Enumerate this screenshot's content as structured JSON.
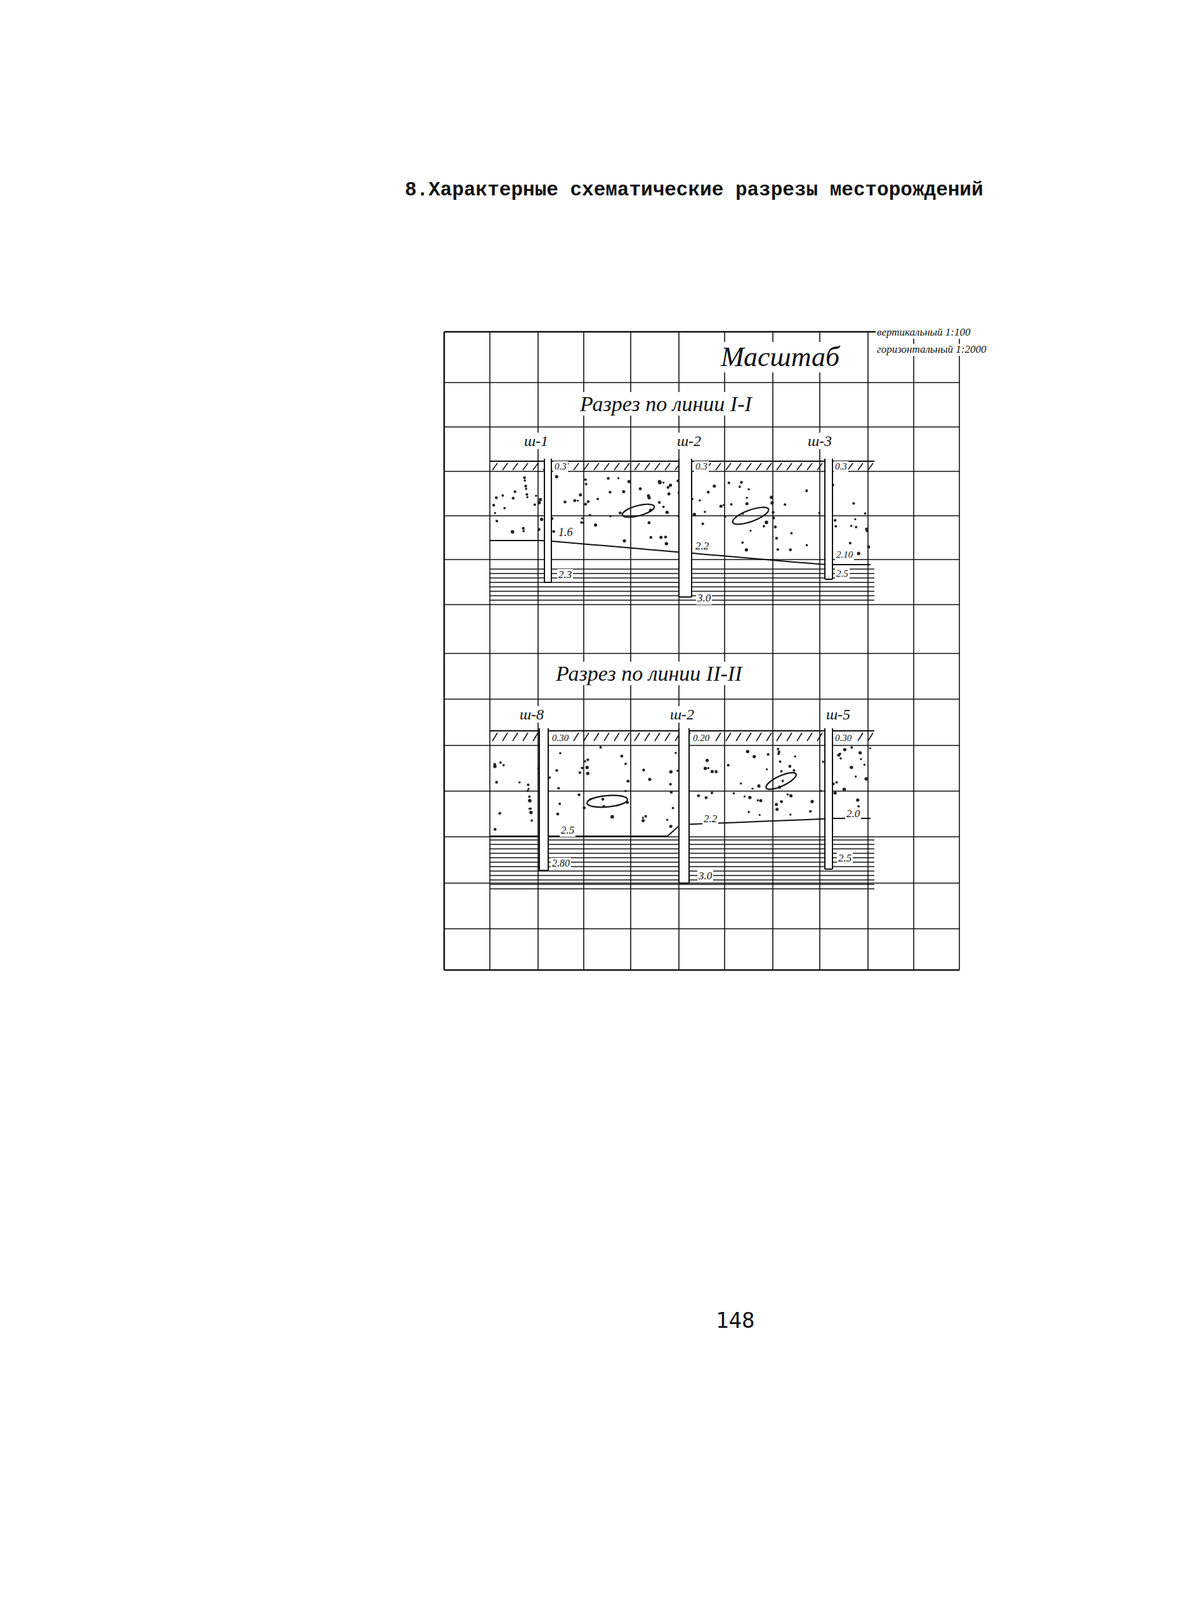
{
  "diagram": {
    "title": "8.Характерные схематические разрезы месторождений",
    "labels": [
      "Масштаб",
      "вертикальный 1:100",
      "горизонтальный 1:2000",
      "Разрез по линии I-I",
      "ш-1",
      "ш-2",
      "ш-3",
      "0.3",
      "0.3",
      "0.3",
      "1.6",
      "2.3",
      "2.2",
      "3.0",
      "2.10",
      "2.5",
      "Разрез по линии II-II",
      "ш-8",
      "ш-2",
      "ш-5",
      "0.30",
      "0.20",
      "0.30",
      "2.5",
      "2.80",
      "2.2",
      "3.0",
      "2.0",
      "2.5",
      "148"
    ]
  }
}
